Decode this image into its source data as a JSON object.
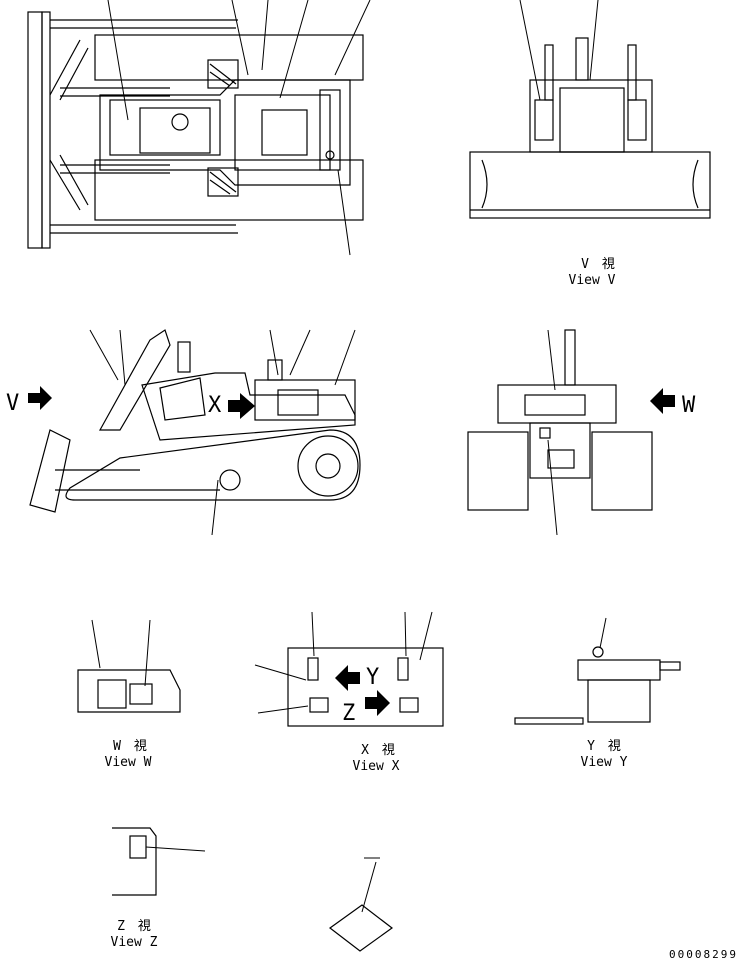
{
  "views": {
    "v": {
      "jp": "V　視",
      "en": "View V",
      "arrow": "V"
    },
    "w": {
      "jp": "W　視",
      "en": "View W",
      "arrow": "W"
    },
    "x": {
      "jp": "X　視",
      "en": "View X",
      "marker": "X"
    },
    "y": {
      "jp": "Y　視",
      "en": "View Y",
      "marker": "Y"
    },
    "z": {
      "jp": "Z　視",
      "en": "View Z",
      "marker": "Z"
    }
  },
  "drawing_number": "00008299",
  "colors": {
    "line": "#000000",
    "fill": "#ffffff",
    "gray": "#dcdcdc"
  }
}
